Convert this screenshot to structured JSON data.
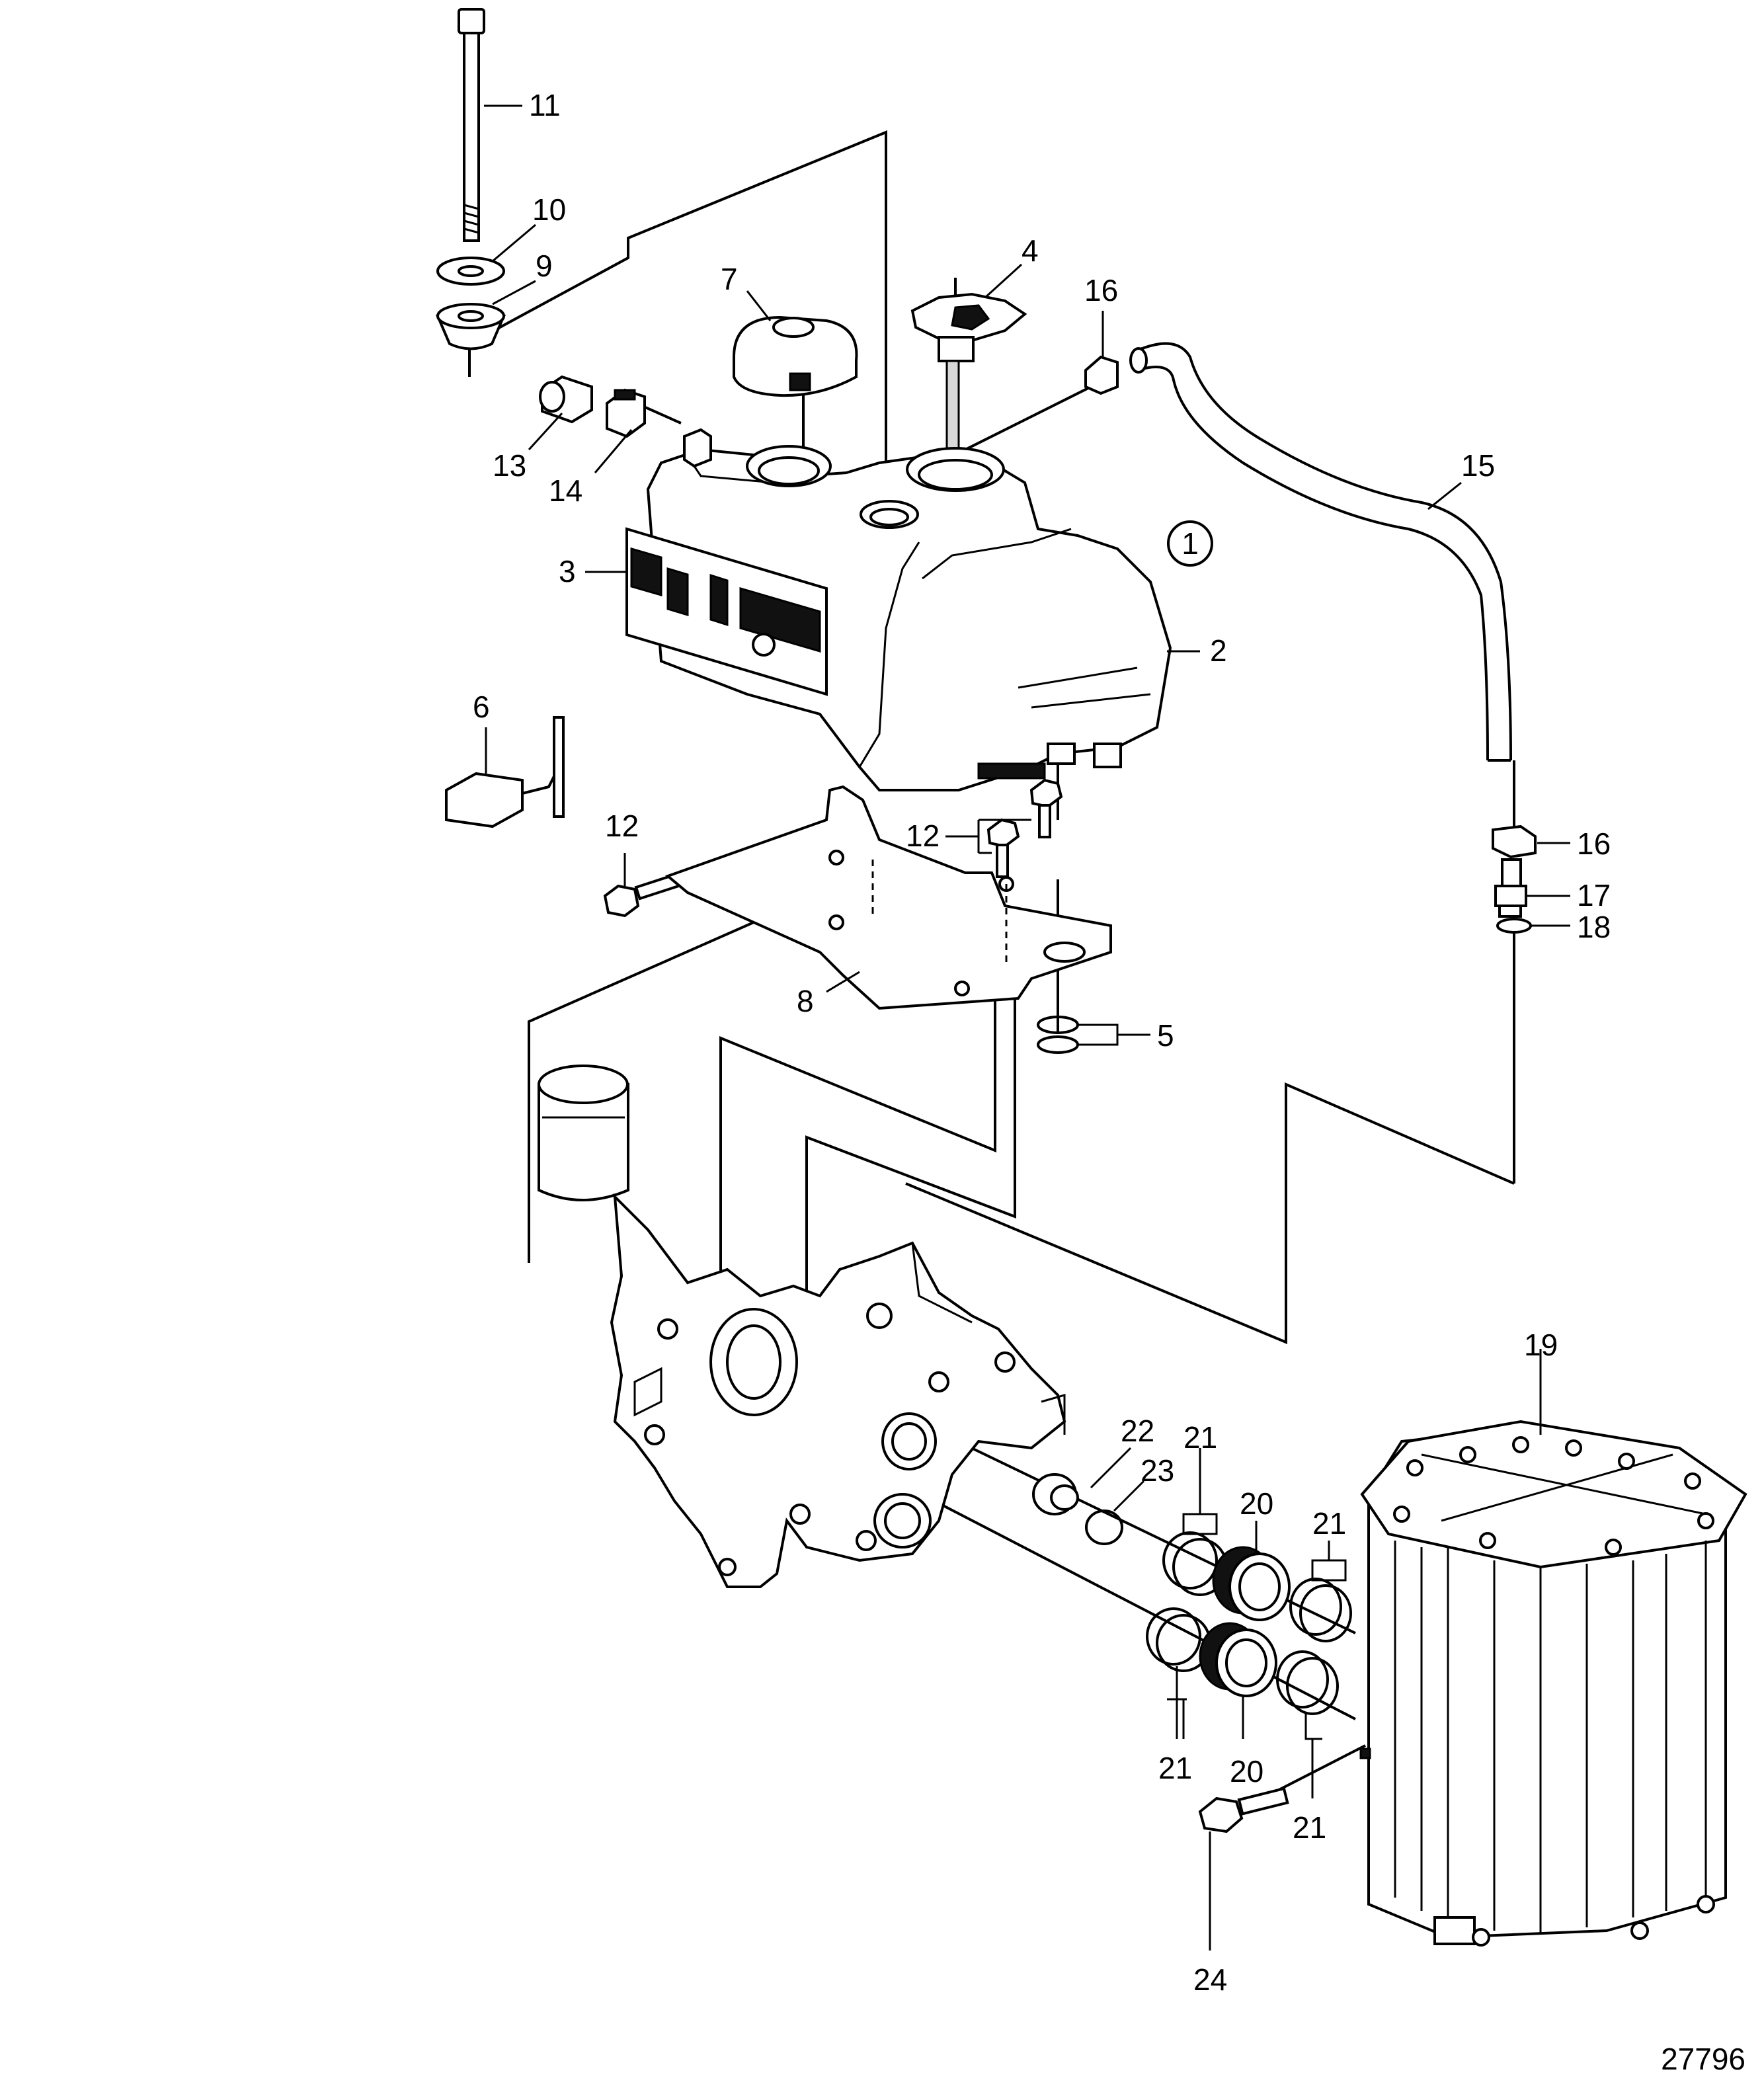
{
  "figure_number": "27796",
  "group_marker": "1",
  "callouts": [
    {
      "id": "c11",
      "text": "11"
    },
    {
      "id": "c10",
      "text": "10"
    },
    {
      "id": "c9",
      "text": "9"
    },
    {
      "id": "c7",
      "text": "7"
    },
    {
      "id": "c4",
      "text": "4"
    },
    {
      "id": "c16a",
      "text": "16"
    },
    {
      "id": "c13",
      "text": "13"
    },
    {
      "id": "c14",
      "text": "14"
    },
    {
      "id": "c15",
      "text": "15"
    },
    {
      "id": "c3",
      "text": "3"
    },
    {
      "id": "c2",
      "text": "2"
    },
    {
      "id": "c6",
      "text": "6"
    },
    {
      "id": "c12a",
      "text": "12"
    },
    {
      "id": "c12b",
      "text": "12"
    },
    {
      "id": "c16b",
      "text": "16"
    },
    {
      "id": "c17",
      "text": "17"
    },
    {
      "id": "c18",
      "text": "18"
    },
    {
      "id": "c8",
      "text": "8"
    },
    {
      "id": "c5",
      "text": "5"
    },
    {
      "id": "c19",
      "text": "19"
    },
    {
      "id": "c22",
      "text": "22"
    },
    {
      "id": "c21a",
      "text": "21"
    },
    {
      "id": "c23",
      "text": "23"
    },
    {
      "id": "c20a",
      "text": "20"
    },
    {
      "id": "c21b",
      "text": "21"
    },
    {
      "id": "c21c",
      "text": "21"
    },
    {
      "id": "c20b",
      "text": "20"
    },
    {
      "id": "c21d",
      "text": "21"
    },
    {
      "id": "c24",
      "text": "24"
    }
  ],
  "icons": {
    "group_marker": "circled-number-icon"
  }
}
